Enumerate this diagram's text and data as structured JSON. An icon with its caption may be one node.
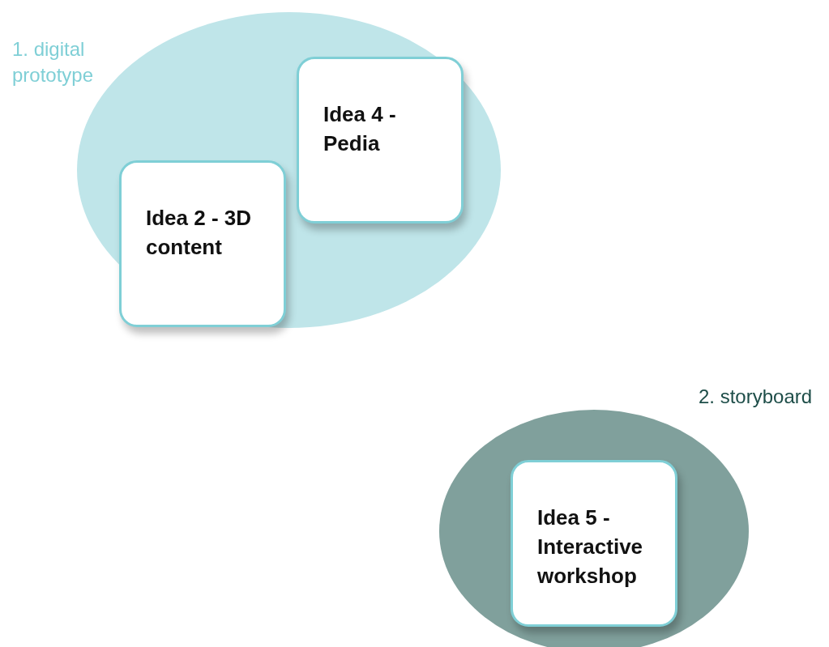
{
  "diagram": {
    "nodes": [
      {
        "text": [
          "1. digital prototype"
        ]
      },
      {
        "text": [
          "Idea 4 - Pedia"
        ],
        "in": 0
      },
      {
        "text": [
          "Idea 2 - 3D content"
        ],
        "in": 0
      },
      {
        "text": [
          "2. storyboard"
        ]
      },
      {
        "text": [
          "Idea 5 - Interactive workshop"
        ],
        "in": 3
      }
    ]
  }
}
